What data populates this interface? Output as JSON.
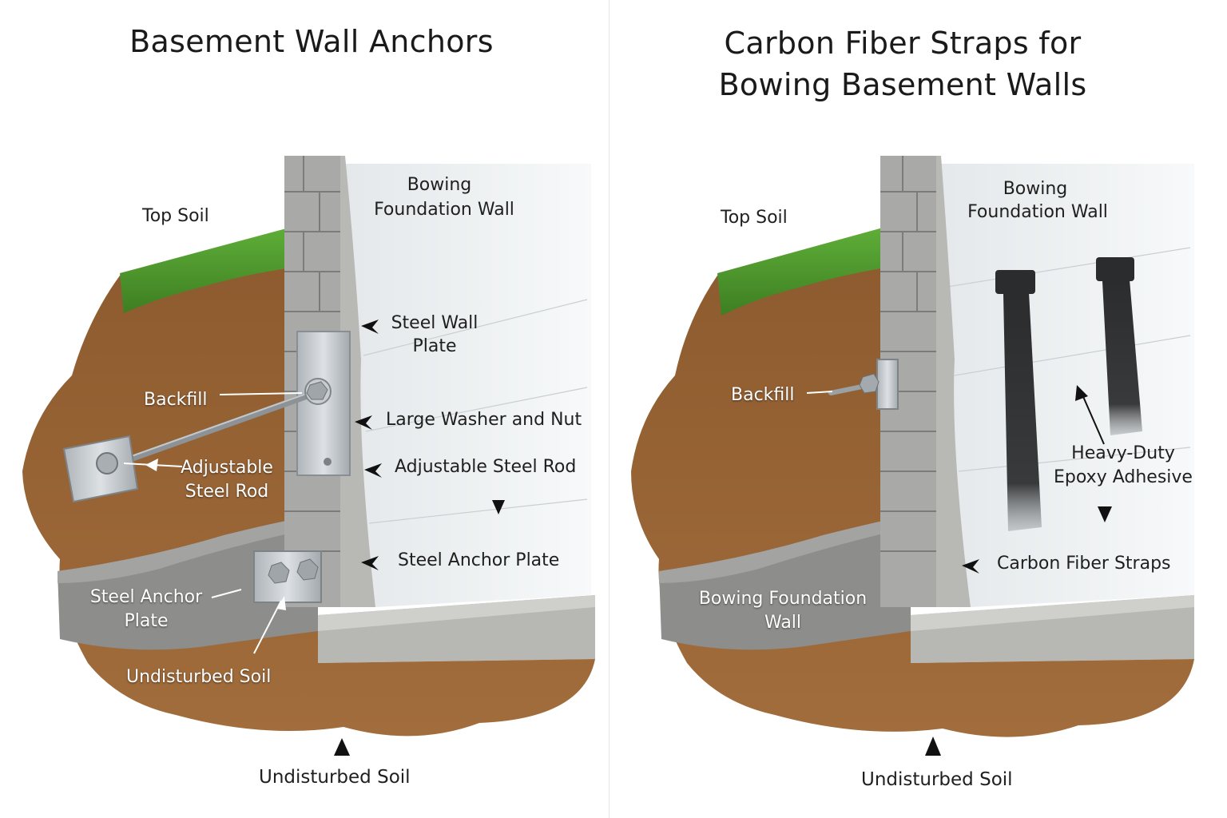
{
  "left_panel": {
    "title": "Basement Wall Anchors",
    "labels": {
      "top_soil": "Top Soil",
      "bowing_wall_1": "Bowing",
      "bowing_wall_2": "Foundation Wall",
      "steel_wall_plate_1": "Steel Wall",
      "steel_wall_plate_2": "Plate",
      "backfill": "Backfill",
      "large_washer_nut": "Large Washer and Nut",
      "adjustable_rod_left_1": "Adjustable",
      "adjustable_rod_left_2": "Steel Rod",
      "adjustable_rod_right": "Adjustable Steel Rod",
      "steel_anchor_plate_right": "Steel Anchor Plate",
      "steel_anchor_plate_left_1": "Steel Anchor",
      "steel_anchor_plate_left_2": "Plate",
      "undisturbed_soil_inner": "Undisturbed Soil",
      "undisturbed_soil_bottom": "Undisturbed Soil"
    }
  },
  "right_panel": {
    "title_line1": "Carbon Fiber Straps for",
    "title_line2": "Bowing Basement Walls",
    "labels": {
      "top_soil": "Top Soil",
      "bowing_wall_1": "Bowing",
      "bowing_wall_2": "Foundation Wall",
      "backfill": "Backfill",
      "epoxy_1": "Heavy-Duty",
      "epoxy_2": "Epoxy Adhesive",
      "carbon_fiber_straps": "Carbon Fiber Straps",
      "bowing_foundation_wall_1": "Bowing Foundation",
      "bowing_foundation_wall_2": "Wall",
      "undisturbed_soil_bottom": "Undisturbed Soil"
    }
  },
  "colors": {
    "grass": "#4f9a2e",
    "soil": "#8a5a30",
    "gravel": "#8f8f8f",
    "block": "#a9a9a9",
    "wall": "#eef1f2",
    "steel": "#c7ccd0",
    "carbon_strap": "#2d2f31"
  }
}
